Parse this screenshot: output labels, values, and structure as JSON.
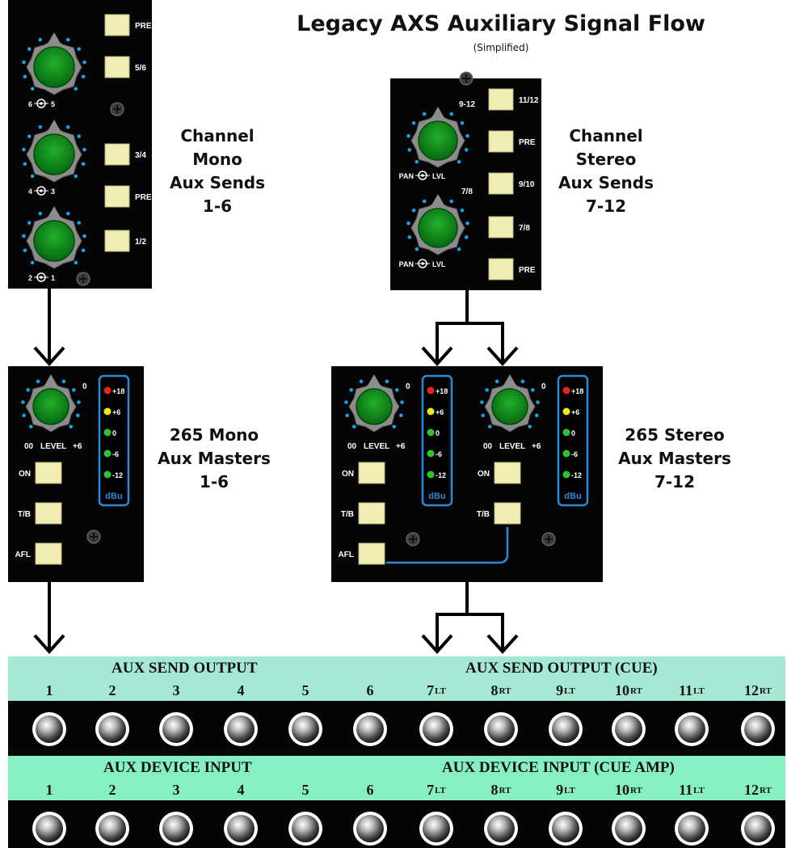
{
  "title": "Legacy AXS Auxiliary Signal Flow",
  "subtitle": "(Simplified)",
  "colors": {
    "panel": "#050505",
    "knob_green": "#0a8a14",
    "knob_body": "#8c8c8c",
    "dot_blue": "#1aa0e8",
    "button": "#f1edb4",
    "meter_border": "#2a8ad8",
    "led_red": "#e8241c",
    "led_yellow": "#f2e816",
    "led_green": "#2cc62c",
    "banner_output": "#a6e8d6",
    "banner_input": "#86f0c2",
    "jack_strip": "#050505"
  },
  "labels": {
    "mono_sends": [
      "Channel",
      "Mono",
      "Aux Sends",
      "1-6"
    ],
    "stereo_sends": [
      "Channel",
      "Stereo",
      "Aux Sends",
      "7-12"
    ],
    "mono_masters": [
      "265 Mono",
      "Aux Masters",
      "1-6"
    ],
    "stereo_masters": [
      "265 Stereo",
      "Aux Masters",
      "7-12"
    ]
  },
  "mono_sends_panel": {
    "buttons": [
      "PRE",
      "5/6",
      "3/4",
      "PRE",
      "1/2"
    ],
    "pan_labels": [
      {
        "left": "6",
        "right": "5"
      },
      {
        "left": "4",
        "right": "3"
      },
      {
        "left": "2",
        "right": "1"
      }
    ]
  },
  "stereo_sends_panel": {
    "buttons": [
      "11/12",
      "PRE",
      "9/10",
      "7/8",
      "PRE"
    ],
    "knob_labels": [
      "9-12",
      "7/8"
    ],
    "pan_label": {
      "left": "PAN",
      "right": "LVL"
    }
  },
  "master_strip": {
    "knob_min": "00",
    "knob_label": "LEVEL",
    "knob_max": "+6",
    "knob_top": "0",
    "meter": [
      "+18",
      "+6",
      "0",
      "-6",
      "-12"
    ],
    "meter_unit": "dBu",
    "buttons_mono": [
      "ON",
      "T/B",
      "AFL"
    ],
    "buttons_stereo_left": [
      "ON",
      "T/B",
      "AFL"
    ],
    "buttons_stereo_right": [
      "ON",
      "T/B"
    ]
  },
  "banners": {
    "output_left": "AUX SEND OUTPUT",
    "output_right": "AUX SEND OUTPUT (CUE)",
    "input_left": "AUX DEVICE INPUT",
    "input_right": "AUX DEVICE INPUT (CUE AMP)",
    "jacks": [
      {
        "num": "1",
        "side": ""
      },
      {
        "num": "2",
        "side": ""
      },
      {
        "num": "3",
        "side": ""
      },
      {
        "num": "4",
        "side": ""
      },
      {
        "num": "5",
        "side": ""
      },
      {
        "num": "6",
        "side": ""
      },
      {
        "num": "7",
        "side": "LT"
      },
      {
        "num": "8",
        "side": "RT"
      },
      {
        "num": "9",
        "side": "LT"
      },
      {
        "num": "10",
        "side": "RT"
      },
      {
        "num": "11",
        "side": "LT"
      },
      {
        "num": "12",
        "side": "RT"
      }
    ]
  }
}
